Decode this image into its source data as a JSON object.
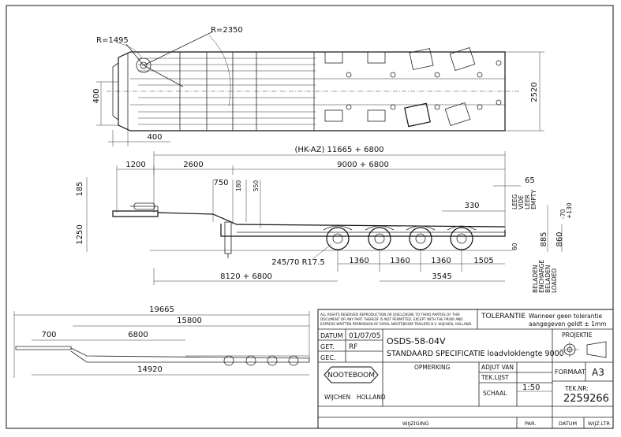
{
  "top_view": {
    "r1": "R=1495",
    "r2": "R=2350",
    "dim_400_vertical": "400",
    "dim_400_horizontal": "400",
    "width": "2520"
  },
  "side_view": {
    "overall_length": "(HK-AZ) 11665 + 6800",
    "d1200": "1200",
    "d2600": "2600",
    "deck_length": "9000 + 6800",
    "d65": "65",
    "d185": "185",
    "d750": "750",
    "d180": "180",
    "d550": "550",
    "d330": "330",
    "d1250": "1250",
    "leeg": [
      "LEEG",
      "VIDE",
      "LEER",
      "EMPTY"
    ],
    "minus70": "-70",
    "plus130": "+130",
    "d885": "885",
    "d860": "860",
    "d60": "60",
    "tyre": "245/70 R17.5",
    "axle_spacing": [
      "1360",
      "1360",
      "1360",
      "1505"
    ],
    "d8120": "8120 + 6800",
    "d3545": "3545",
    "beladen": [
      "BELADEN",
      "ENCHARGE",
      "BELADEN",
      "LOADED"
    ]
  },
  "small_view": {
    "d19665": "19665",
    "d15800": "15800",
    "d700": "700",
    "d6800": "6800",
    "d14920": "14920"
  },
  "title_block": {
    "copyright": [
      "ALL RIGHTS RESERVED REPRODUCTION OR DISCLOSURE TO THIRD PARTIES OF THIS",
      "DOCUMENT OR ANY PART THEREOF IS NOT PERMITTED, EXCEPT WITH THE PRIOR AND",
      "EXPRESS WRITTEN PERMISSION OF ROYAL NOOTEBOOM TRAILERS B.V. WIJCHEN, HOLLAND."
    ],
    "tolerantie_label": "TOLERANTIE",
    "tolerantie_text_1": "Wanneer geen tolerantie",
    "tolerantie_text_2": "aangegeven geldt ± 1mm",
    "projektie_label": "PROJEKTIE",
    "datum_label": "DATUM",
    "datum_value": "01/07/05",
    "get_label": "GET.",
    "get_value": "RF",
    "gec_label": "GEC.",
    "model": "OSDS-58-04V",
    "description": "STANDAARD SPECIFICATIE loadvloklengte 9000",
    "opmerking_label": "OPMERKING",
    "adjust_label": "ADJUT VAN",
    "teklijst_label": "TEK.LIJST",
    "schaal_label": "SCHAAL",
    "schaal_value": "1:50",
    "formaat_label": "FORMAAT",
    "formaat_value": "A3",
    "teknr_label": "TEK.NR:",
    "teknr_value": "2259266",
    "logo_text": "NOOTEBOOM",
    "wijchen": "WIJCHEN",
    "holland": "HOLLAND",
    "wijziging_label": "WIJZIGING",
    "par_label": "PAR.",
    "datum2_label": "DATUM",
    "wijz_label": "WIJZ.LTR"
  },
  "colors": {
    "ink": "#1a1a1a",
    "paper": "#ffffff"
  }
}
